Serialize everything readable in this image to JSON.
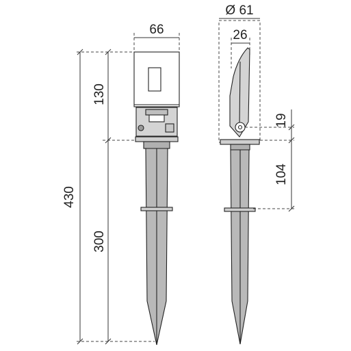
{
  "dimensions": {
    "front_width": "66",
    "side_diameter": "Ø 61",
    "side_inner_width": "26",
    "head_height": "130",
    "spike_height": "300",
    "total_height": "430",
    "pivot_offset": "19",
    "collar_depth": "104"
  },
  "colors": {
    "metal": "#b9b9b9",
    "metal_light": "#d4d4d4",
    "line": "#222222"
  }
}
